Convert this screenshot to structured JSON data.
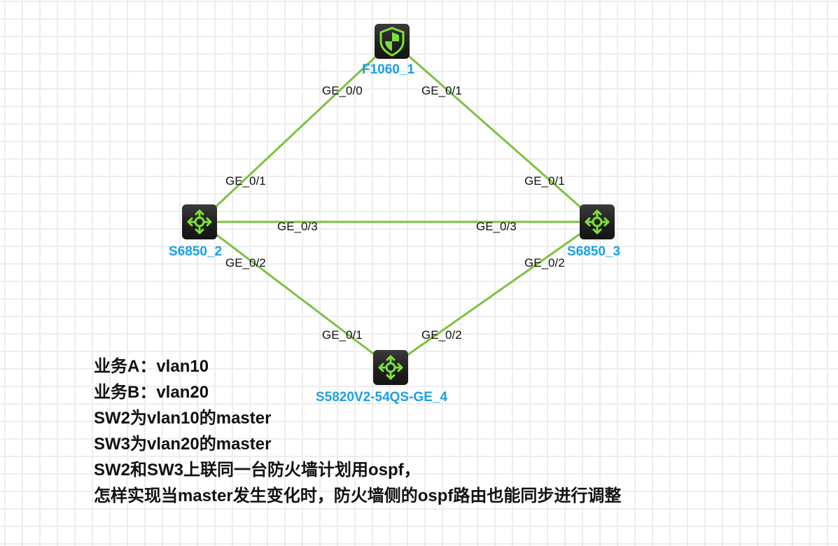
{
  "colors": {
    "link": "#7cc242",
    "icon_accent": "#7ee03a",
    "label": "#1aa0e8",
    "grid": "#ededed"
  },
  "nodes": {
    "firewall": {
      "name": "F1060_1",
      "icon": "firewall-shield-icon"
    },
    "sw2": {
      "name": "S6850_2",
      "icon": "switch-arrows-icon"
    },
    "sw3": {
      "name": "S6850_3",
      "icon": "switch-arrows-icon"
    },
    "sw4": {
      "name": "S5820V2-54QS-GE_4",
      "icon": "switch-arrows-icon"
    }
  },
  "links": [
    {
      "from": "firewall",
      "to": "sw2",
      "from_port": "GE_0/0",
      "to_port": "GE_0/1"
    },
    {
      "from": "firewall",
      "to": "sw3",
      "from_port": "GE_0/1",
      "to_port": "GE_0/1"
    },
    {
      "from": "sw2",
      "to": "sw3",
      "from_port": "GE_0/3",
      "to_port": "GE_0/3"
    },
    {
      "from": "sw2",
      "to": "sw4",
      "from_port": "GE_0/2",
      "to_port": "GE_0/1"
    },
    {
      "from": "sw3",
      "to": "sw4",
      "from_port": "GE_0/2",
      "to_port": "GE_0/2"
    }
  ],
  "notes": [
    "业务A：vlan10",
    "业务B：vlan20",
    "SW2为vlan10的master",
    "SW3为vlan20的master",
    "SW2和SW3上联同一台防火墙计划用ospf，",
    "怎样实现当master发生变化时，防火墙侧的ospf路由也能同步进行调整"
  ]
}
